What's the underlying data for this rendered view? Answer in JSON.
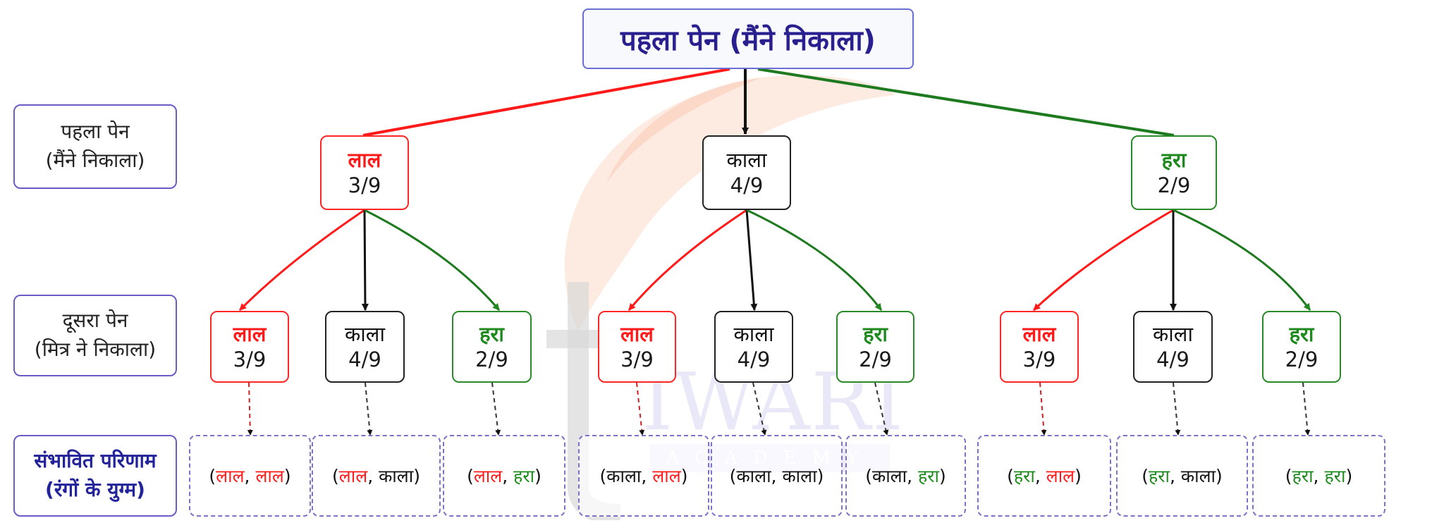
{
  "root": {
    "label": "पहला पेन (मैंने निकाला)"
  },
  "side_labels": [
    {
      "line1": "पहला पेन",
      "line2": "(मैंने निकाला)"
    },
    {
      "line1": "दूसरा पेन",
      "line2": "(मित्र ने निकाला)"
    },
    {
      "line1": "संभावित परिणाम",
      "line2": "(रंगों के युग्म)"
    }
  ],
  "colors": {
    "red": "#ff1a1a",
    "black": "#111111",
    "green": "#1e8a1e",
    "accent": "#2a1f8f"
  },
  "first_level": [
    {
      "name": "लाल",
      "prob": "3/9",
      "color": "red"
    },
    {
      "name": "काला",
      "prob": "4/9",
      "color": "black"
    },
    {
      "name": "हरा",
      "prob": "2/9",
      "color": "green"
    }
  ],
  "second_level": [
    [
      {
        "name": "लाल",
        "prob": "3/9",
        "color": "red"
      },
      {
        "name": "काला",
        "prob": "4/9",
        "color": "black"
      },
      {
        "name": "हरा",
        "prob": "2/9",
        "color": "green"
      }
    ],
    [
      {
        "name": "लाल",
        "prob": "3/9",
        "color": "red"
      },
      {
        "name": "काला",
        "prob": "4/9",
        "color": "black"
      },
      {
        "name": "हरा",
        "prob": "2/9",
        "color": "green"
      }
    ],
    [
      {
        "name": "लाल",
        "prob": "3/9",
        "color": "red"
      },
      {
        "name": "काला",
        "prob": "4/9",
        "color": "black"
      },
      {
        "name": "हरा",
        "prob": "2/9",
        "color": "green"
      }
    ]
  ],
  "outcomes": [
    {
      "first": "लाल",
      "first_color": "red",
      "second": "लाल",
      "second_color": "red"
    },
    {
      "first": "लाल",
      "first_color": "red",
      "second": "काला",
      "second_color": "black"
    },
    {
      "first": "लाल",
      "first_color": "red",
      "second": "हरा",
      "second_color": "green"
    },
    {
      "first": "काला",
      "first_color": "black",
      "second": "लाल",
      "second_color": "red"
    },
    {
      "first": "काला",
      "first_color": "black",
      "second": "काला",
      "second_color": "black"
    },
    {
      "first": "काला",
      "first_color": "black",
      "second": "हरा",
      "second_color": "green"
    },
    {
      "first": "हरा",
      "first_color": "green",
      "second": "लाल",
      "second_color": "red"
    },
    {
      "first": "हरा",
      "first_color": "green",
      "second": "काला",
      "second_color": "black"
    },
    {
      "first": "हरा",
      "first_color": "green",
      "second": "हरा",
      "second_color": "green"
    }
  ],
  "watermark": {
    "main": "IWARI",
    "sub": "ACADEMY"
  }
}
